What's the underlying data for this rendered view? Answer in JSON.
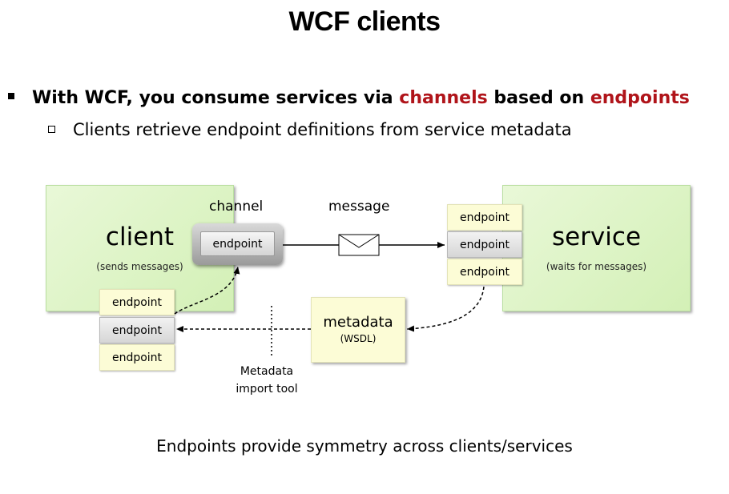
{
  "title": "WCF clients",
  "bullet": {
    "prefix": "With WCF, you consume services via ",
    "channels": "channels",
    "middle": " based on ",
    "endpoints": "endpoints"
  },
  "sub_bullet": "Clients retrieve endpoint definitions from service metadata",
  "diagram": {
    "client": {
      "title": "client",
      "subtitle": "(sends messages)"
    },
    "service": {
      "title": "service",
      "subtitle": "(waits for messages)"
    },
    "channel_label": "channel",
    "message_label": "message",
    "channel_endpoint": "endpoint",
    "service_endpoints": [
      "endpoint",
      "endpoint",
      "endpoint"
    ],
    "client_endpoints": [
      "endpoint",
      "endpoint",
      "endpoint"
    ],
    "metadata": {
      "title": "metadata",
      "subtitle": "(WSDL)"
    },
    "tool": {
      "line1": "Metadata",
      "line2": "import tool"
    }
  },
  "footer": "Endpoints provide symmetry across clients/services",
  "colors": {
    "highlight": "#b0141a",
    "box_green": "#d3f0b6",
    "endpoint_yellow": "#fcfcd6"
  }
}
